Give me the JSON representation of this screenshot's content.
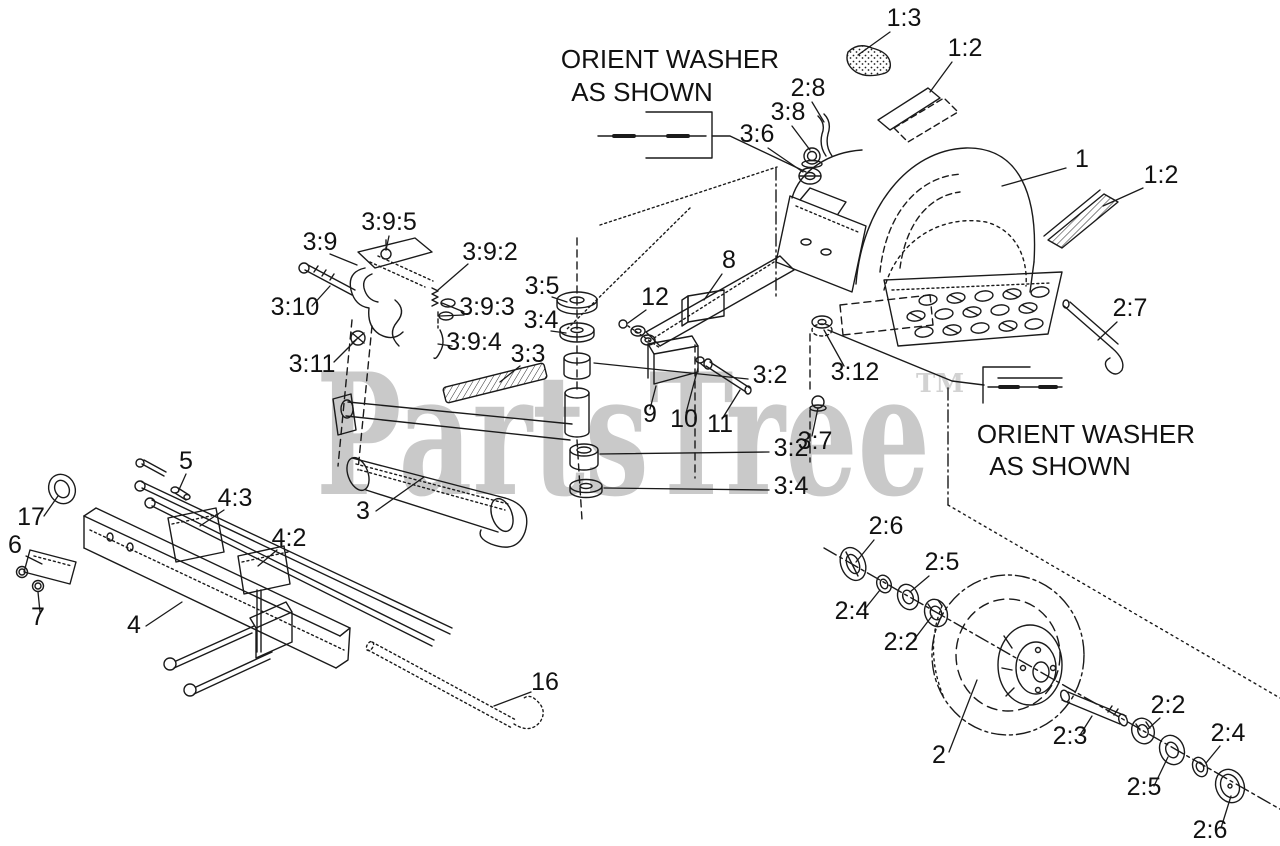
{
  "watermark": {
    "text": "PartsTree",
    "tm": "TM",
    "color": "#c9c9c9"
  },
  "annotations": [
    {
      "line1": "ORIENT WASHER",
      "line2": "AS SHOWN"
    },
    {
      "line1": "ORIENT WASHER",
      "line2": "AS SHOWN"
    }
  ],
  "callouts": [
    {
      "text": "1:3"
    },
    {
      "text": "1:2"
    },
    {
      "text": "2:8"
    },
    {
      "text": "3:8"
    },
    {
      "text": "3:6"
    },
    {
      "text": "1"
    },
    {
      "text": "1:2"
    },
    {
      "text": "2:7"
    },
    {
      "text": "3:9"
    },
    {
      "text": "3:9:5"
    },
    {
      "text": "3:9:2"
    },
    {
      "text": "3:10"
    },
    {
      "text": "3:9:3"
    },
    {
      "text": "3:9:4"
    },
    {
      "text": "3:11"
    },
    {
      "text": "3:5"
    },
    {
      "text": "3:4"
    },
    {
      "text": "3:3"
    },
    {
      "text": "12"
    },
    {
      "text": "8"
    },
    {
      "text": "3:2"
    },
    {
      "text": "9"
    },
    {
      "text": "10"
    },
    {
      "text": "11"
    },
    {
      "text": "3:12"
    },
    {
      "text": "3:7"
    },
    {
      "text": "3:2"
    },
    {
      "text": "3:4"
    },
    {
      "text": "17"
    },
    {
      "text": "5"
    },
    {
      "text": "4:3"
    },
    {
      "text": "4:2"
    },
    {
      "text": "6"
    },
    {
      "text": "7"
    },
    {
      "text": "4"
    },
    {
      "text": "3"
    },
    {
      "text": "16"
    },
    {
      "text": "2:6"
    },
    {
      "text": "2:5"
    },
    {
      "text": "2:4"
    },
    {
      "text": "2:2"
    },
    {
      "text": "2"
    },
    {
      "text": "2:3"
    },
    {
      "text": "2:2"
    },
    {
      "text": "2:4"
    },
    {
      "text": "2:5"
    },
    {
      "text": "2:6"
    }
  ]
}
